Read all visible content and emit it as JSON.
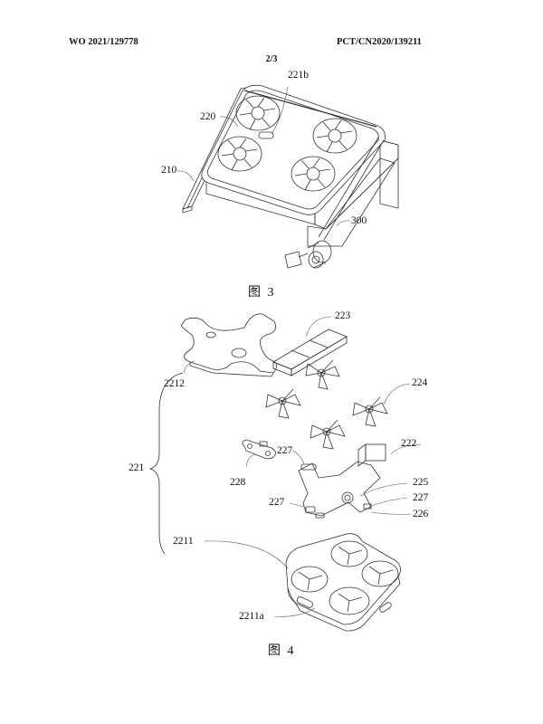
{
  "header": {
    "publication_number": "WO 2021/129778",
    "application_number": "PCT/CN2020/139211",
    "sheet": "2/3"
  },
  "figures": [
    {
      "caption": "图 3",
      "labels": {
        "l221b": "221b",
        "l220": "220",
        "l210": "210",
        "l300": "300"
      }
    },
    {
      "caption": "图 4",
      "labels": {
        "l223": "223",
        "l2212": "2212",
        "l224": "224",
        "l221": "221",
        "l222": "222",
        "l227a": "227",
        "l228": "228",
        "l225": "225",
        "l227b": "227",
        "l227c": "227",
        "l226": "226",
        "l2211": "2211",
        "l2211a": "2211a"
      }
    }
  ]
}
